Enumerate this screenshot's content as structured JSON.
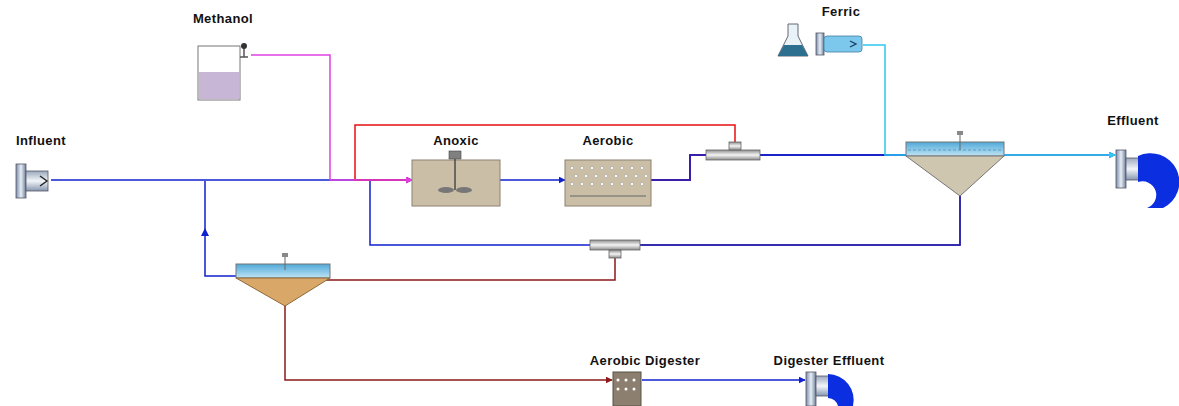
{
  "diagram": {
    "nodes": [
      {
        "text": [
          "Influent"
        ]
      },
      {
        "text": [
          "Methanol"
        ]
      },
      {
        "text": [
          "Anoxic"
        ]
      },
      {
        "text": [
          "Aerobic"
        ]
      },
      {
        "text": [
          "Ferric"
        ]
      },
      {
        "text": [
          "Effluent"
        ]
      },
      {
        "text": [
          "Aerobic Digester"
        ]
      },
      {
        "text": [
          "Digester Effluent"
        ]
      }
    ],
    "edges": [
      {
        "from": 0,
        "to": 2,
        "arrow": "to"
      },
      {
        "from": 1,
        "to": 2,
        "arrow": "to"
      },
      {
        "from": 2,
        "to": 3,
        "arrow": "to"
      },
      {
        "from": 3,
        "to": 2,
        "arrow": "to"
      },
      {
        "from": 3,
        "to": 5,
        "arrow": "to"
      },
      {
        "from": 4,
        "to": 5,
        "arrow": "to"
      },
      {
        "from": 3,
        "to": 2,
        "arrow": "to"
      },
      {
        "from": 3,
        "to": 6,
        "arrow": "to"
      },
      {
        "from": 6,
        "to": 7,
        "arrow": "to"
      }
    ]
  }
}
